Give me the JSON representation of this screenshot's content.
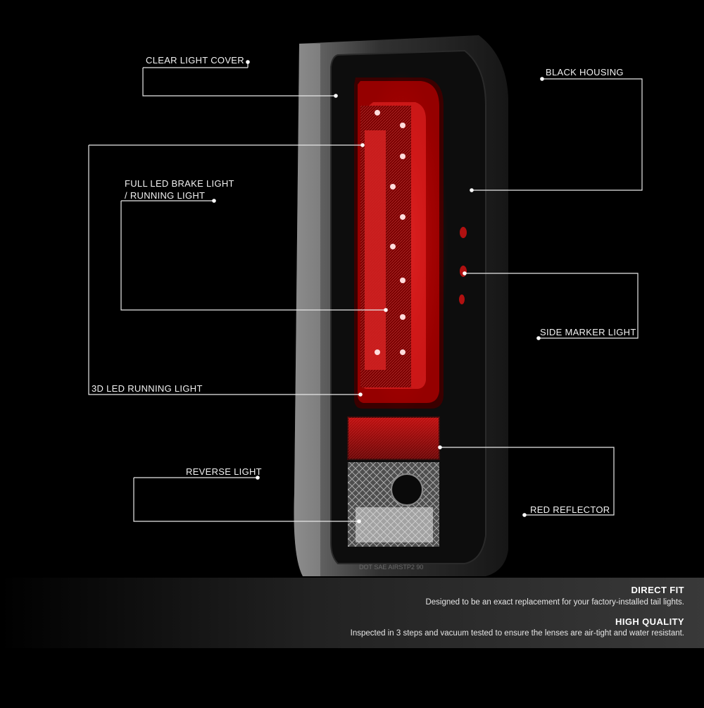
{
  "callouts": {
    "clear_light_cover": "CLEAR LIGHT COVER",
    "black_housing": "BLACK HOUSING",
    "brake_light_line1": "FULL LED BRAKE LIGHT",
    "brake_light_line2": "/ RUNNING LIGHT",
    "side_marker": "SIDE MARKER LIGHT",
    "led_running": "3D LED RUNNING LIGHT",
    "reverse_light": "REVERSE LIGHT",
    "red_reflector": "RED REFLECTOR"
  },
  "footer": {
    "direct_fit_title": "DIRECT FIT",
    "direct_fit_text": "Designed to be an exact replacement for your factory-installed tail lights.",
    "high_quality_title": "HIGH QUALITY",
    "high_quality_text": "Inspected in 3 steps and vacuum tested to ensure the lenses are air-tight and water resistant."
  },
  "lens_marking": "DOT SAE AIRSTP2 90",
  "colors": {
    "led_red": "#ff1a1a",
    "housing": "#0d0d0d",
    "line": "#e8e8e8"
  }
}
